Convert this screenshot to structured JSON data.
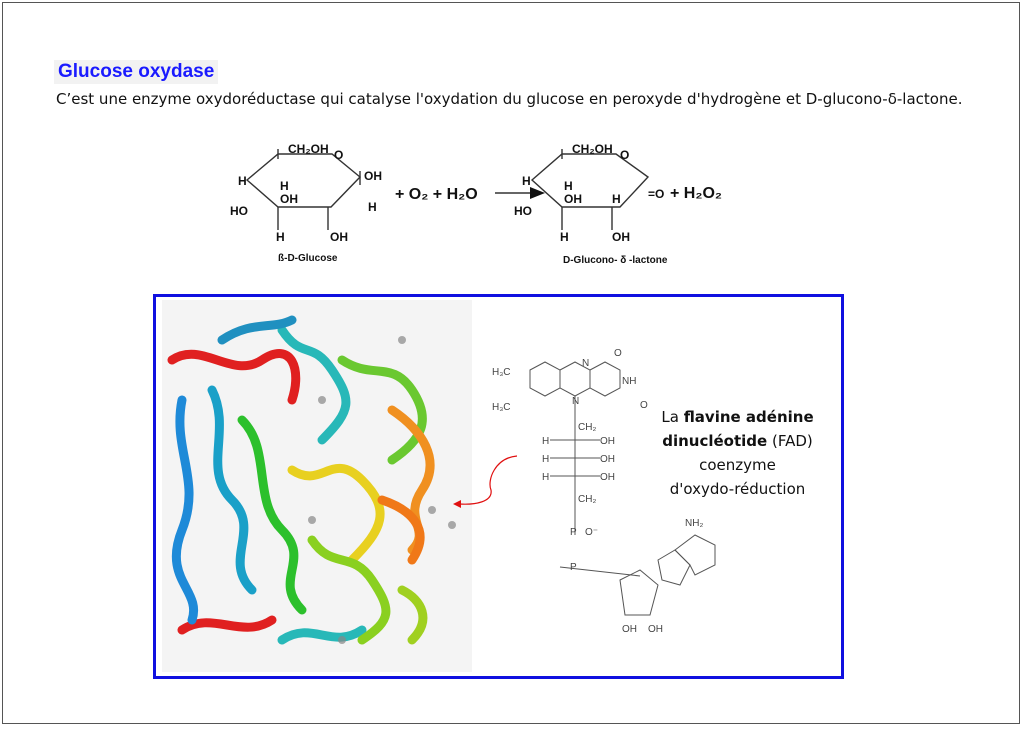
{
  "title": "Glucose oxydase",
  "description": "C’est  une enzyme oxydoréductase qui catalyse l'oxydation du glucose en peroxyde  d'hydrogène et  D-glucono-δ-lactone.",
  "reaction": {
    "reactant_name": "ß-D-Glucose",
    "product_name": "D-Glucono- δ -lactone",
    "ch2oh": "CH₂OH",
    "o": "O",
    "oh": "OH",
    "h": "H",
    "ho": "HO",
    "reagents": "+ O₂ + H₂O",
    "carbonyl": "=O",
    "byproduct": "+ H₂O₂"
  },
  "fad": {
    "caption_prefix": "La ",
    "caption_bold1": "flavine adénine dinucléotide",
    "caption_suffix": " (FAD)",
    "caption_line3": "coenzyme",
    "caption_line4": "d'oxydo-réduction",
    "labels": {
      "h3c": "H₃C",
      "n": "N",
      "nh": "NH",
      "o": "O",
      "ch2": "CH₂",
      "h": "H",
      "oh": "OH",
      "p": "P",
      "o_minus": "O⁻",
      "nh2": "NH₂"
    }
  },
  "colors": {
    "title": "#1a1aff",
    "box": "#1010e0",
    "arrow": "#e01010"
  }
}
